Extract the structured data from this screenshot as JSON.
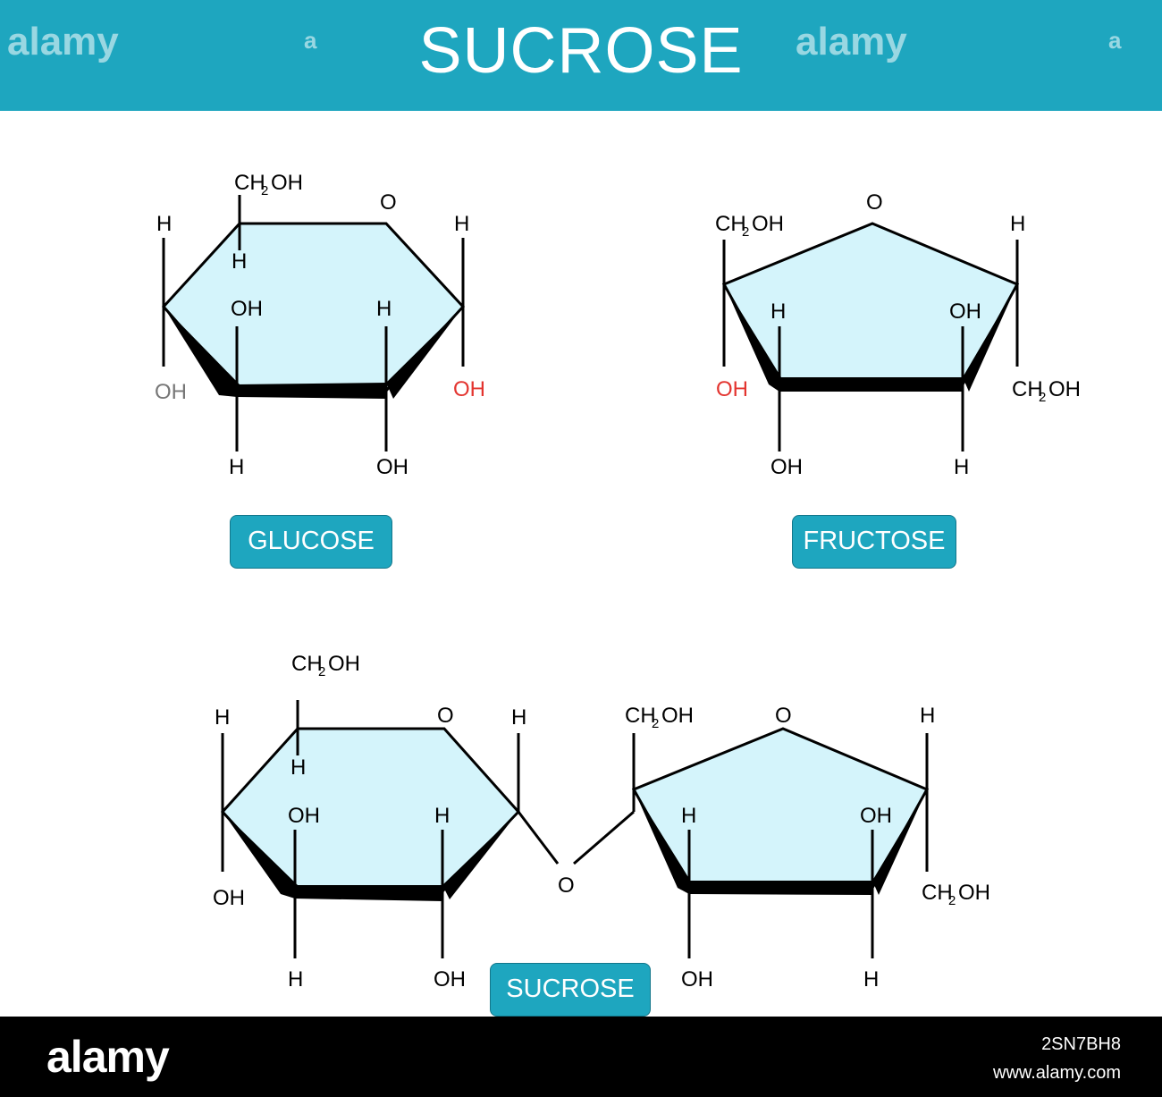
{
  "title": "SUCROSE",
  "watermark": {
    "text": "alamy",
    "mark": "a"
  },
  "labels": {
    "glucose": "GLUCOSE",
    "fructose": "FRUCTOSE",
    "sucrose": "SUCROSE"
  },
  "atoms": {
    "O": "O",
    "H": "H",
    "OH": "OH",
    "ch2oh": {
      "ch": "CH",
      "sub": "2",
      "oh": "OH"
    }
  },
  "footer": {
    "logo": "alamy",
    "image_id": "2SN7BH8",
    "site": "www.alamy.com"
  },
  "colors": {
    "brand": "#1ea6bf",
    "ring_fill": "#d4f4fb",
    "highlight": "#e3342f"
  }
}
